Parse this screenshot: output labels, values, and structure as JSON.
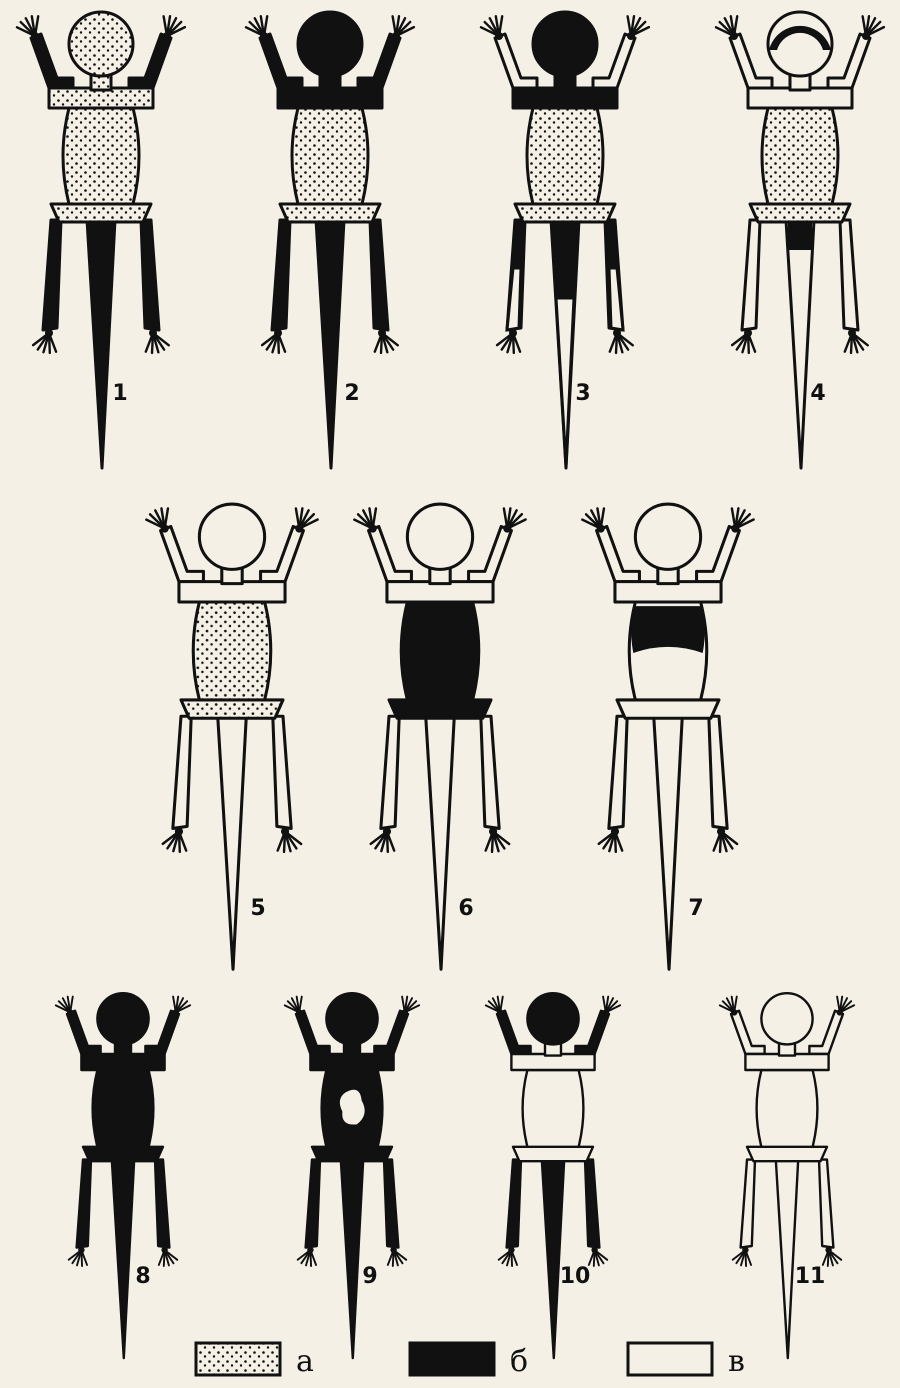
{
  "figures": [
    {
      "label": "1",
      "head": "dots",
      "chest": "dots",
      "trunk": "dots",
      "hips": "dots",
      "tail": "black",
      "arms": "black",
      "legs": "black"
    },
    {
      "label": "2",
      "head": "black",
      "chest": "black",
      "trunk": "dots",
      "hips": "dots",
      "tail": "black",
      "arms": "black",
      "legs": "black"
    },
    {
      "label": "3",
      "head": "black",
      "chest": "black",
      "trunk": "dots",
      "hips": "dots",
      "tail": "split",
      "arms": "white",
      "legs": "split"
    },
    {
      "label": "4",
      "head": "ring-black",
      "chest": "white",
      "trunk": "dots",
      "hips": "dots",
      "tail": "stub",
      "arms": "white",
      "legs": "white"
    },
    {
      "label": "5",
      "head": "ring",
      "chest": "white",
      "trunk": "dots",
      "hips": "dots",
      "tail": "white",
      "arms": "white",
      "legs": "white"
    },
    {
      "label": "6",
      "head": "ring",
      "chest": "white",
      "trunk": "black",
      "hips": "black",
      "tail": "white",
      "arms": "white",
      "legs": "white"
    },
    {
      "label": "7",
      "head": "ring",
      "chest": "white",
      "trunk": "top-black",
      "hips": "white",
      "tail": "white",
      "arms": "white",
      "legs": "white"
    },
    {
      "label": "8",
      "head": "black",
      "chest": "black",
      "trunk": "black",
      "hips": "black",
      "tail": "black",
      "arms": "black",
      "legs": "black"
    },
    {
      "label": "9",
      "head": "black",
      "chest": "black",
      "trunk": "black-hole",
      "hips": "black",
      "tail": "black",
      "arms": "black",
      "legs": "black"
    },
    {
      "label": "10",
      "head": "black",
      "chest": "white",
      "trunk": "white",
      "hips": "white",
      "tail": "black",
      "arms": "black",
      "legs": "black"
    },
    {
      "label": "11",
      "head": "ring",
      "chest": "white",
      "trunk": "white",
      "hips": "white",
      "tail": "white",
      "arms": "white",
      "legs": "white"
    }
  ],
  "legend": [
    {
      "label": "а",
      "pattern": "dots"
    },
    {
      "label": "б",
      "pattern": "black"
    },
    {
      "label": "в",
      "pattern": "white"
    }
  ],
  "colors": {
    "ink": "#111111",
    "paper": "#f4f0e6"
  }
}
